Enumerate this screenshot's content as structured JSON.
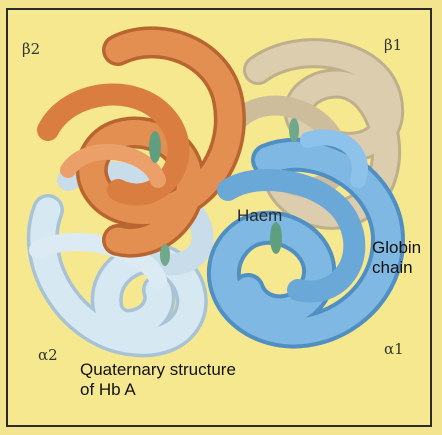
{
  "subunits": {
    "beta2": "β2",
    "beta1": "β1",
    "alpha2": "α2",
    "alpha1": "α1"
  },
  "labels": {
    "haem": "Haem",
    "globin_line1": "Globin",
    "globin_line2": "chain",
    "caption_line1": "Quaternary structure",
    "caption_line2": "of Hb A"
  },
  "colors": {
    "background": "#f5e88f",
    "beta2_orange": "#e08a4c",
    "beta1_tan": "#d8c9a6",
    "alpha2_lightblue": "#cfe2ee",
    "alpha1_blue": "#78b3df",
    "haem_green": "#5f9f80"
  }
}
